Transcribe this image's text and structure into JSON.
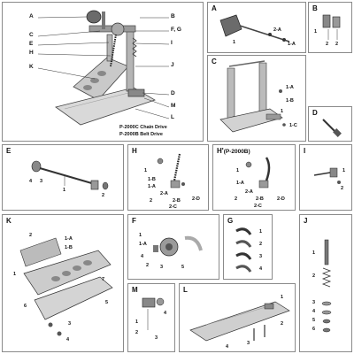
{
  "main": {
    "callouts_left": [
      "A",
      "C",
      "E",
      "H",
      "K"
    ],
    "callouts_right": [
      "B",
      "F, G",
      "I",
      "J",
      "D",
      "M",
      "L"
    ],
    "caption_1": "P-2000C Chain Drive",
    "caption_2": "P-2000B Belt Drive"
  },
  "panels": {
    "A": {
      "label": "A",
      "parts": [
        "1",
        "2-A",
        "1-A"
      ]
    },
    "B": {
      "label": "B",
      "parts": [
        "1",
        "2",
        "2"
      ]
    },
    "C": {
      "label": "C",
      "parts": [
        "1-A",
        "1-B",
        "1",
        "1-C"
      ]
    },
    "D": {
      "label": "D"
    },
    "E": {
      "label": "E",
      "parts": [
        "4",
        "3",
        "1",
        "2"
      ]
    },
    "H": {
      "label": "H",
      "parts": [
        "1",
        "1-B",
        "1-A",
        "2-A",
        "2-B",
        "2",
        "2-C",
        "2-D"
      ]
    },
    "H2": {
      "label": "H'",
      "sub": "(P-2000B)",
      "parts": [
        "1",
        "1-A",
        "2-A",
        "2-B",
        "2",
        "2-C",
        "2-D"
      ]
    },
    "I": {
      "label": "I",
      "parts": [
        "1",
        "2"
      ]
    },
    "K": {
      "label": "K",
      "parts": [
        "1",
        "1-A",
        "1-B",
        "2",
        "3",
        "4",
        "5",
        "6",
        "7"
      ]
    },
    "F": {
      "label": "F",
      "parts": [
        "1",
        "1-A",
        "4",
        "2",
        "3",
        "5"
      ]
    },
    "G": {
      "label": "G",
      "parts": [
        "1",
        "2",
        "3",
        "4"
      ]
    },
    "J": {
      "label": "J",
      "parts": [
        "1",
        "2",
        "3",
        "4",
        "5",
        "6"
      ]
    },
    "M": {
      "label": "M",
      "parts": [
        "1",
        "2",
        "3",
        "4"
      ]
    },
    "L": {
      "label": "L",
      "parts": [
        "1",
        "2",
        "3",
        "4"
      ]
    }
  }
}
